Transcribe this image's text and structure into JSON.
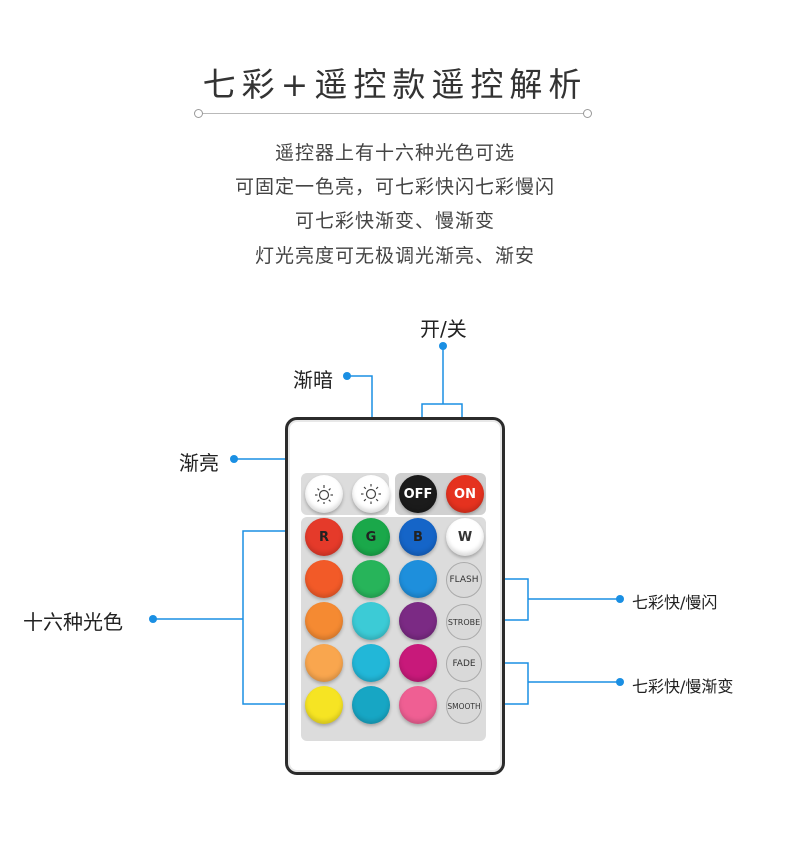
{
  "title": "七彩+遥控款遥控解析",
  "description": [
    "遥控器上有十六种光色可选",
    "可固定一色亮，可七彩快闪七彩慢闪",
    "可七彩快渐变、慢渐变",
    "灯光亮度可无极调光渐亮、渐安"
  ],
  "callouts": {
    "power": "开/关",
    "dim": "渐暗",
    "brighten": "渐亮",
    "sixteen_colors": "十六种光色",
    "flash_strobe": "七彩快/慢闪",
    "fade_smooth": "七彩快/慢渐变"
  },
  "remote": {
    "off_label": "OFF",
    "on_label": "ON",
    "r_label": "R",
    "g_label": "G",
    "b_label": "B",
    "w_label": "W",
    "flash_label": "FLASH",
    "strobe_label": "STROBE",
    "fade_label": "FADE",
    "smooth_label": "SMOOTH",
    "brightness_up_icon": "sun-up-icon",
    "brightness_down_icon": "sun-down-icon"
  },
  "colors": {
    "callout_line": "#1a8fe3",
    "red": "#e53a2a",
    "green": "#1aa84a",
    "blue": "#1565c8",
    "off": "#1b1b1b",
    "on": "#e5321f"
  }
}
